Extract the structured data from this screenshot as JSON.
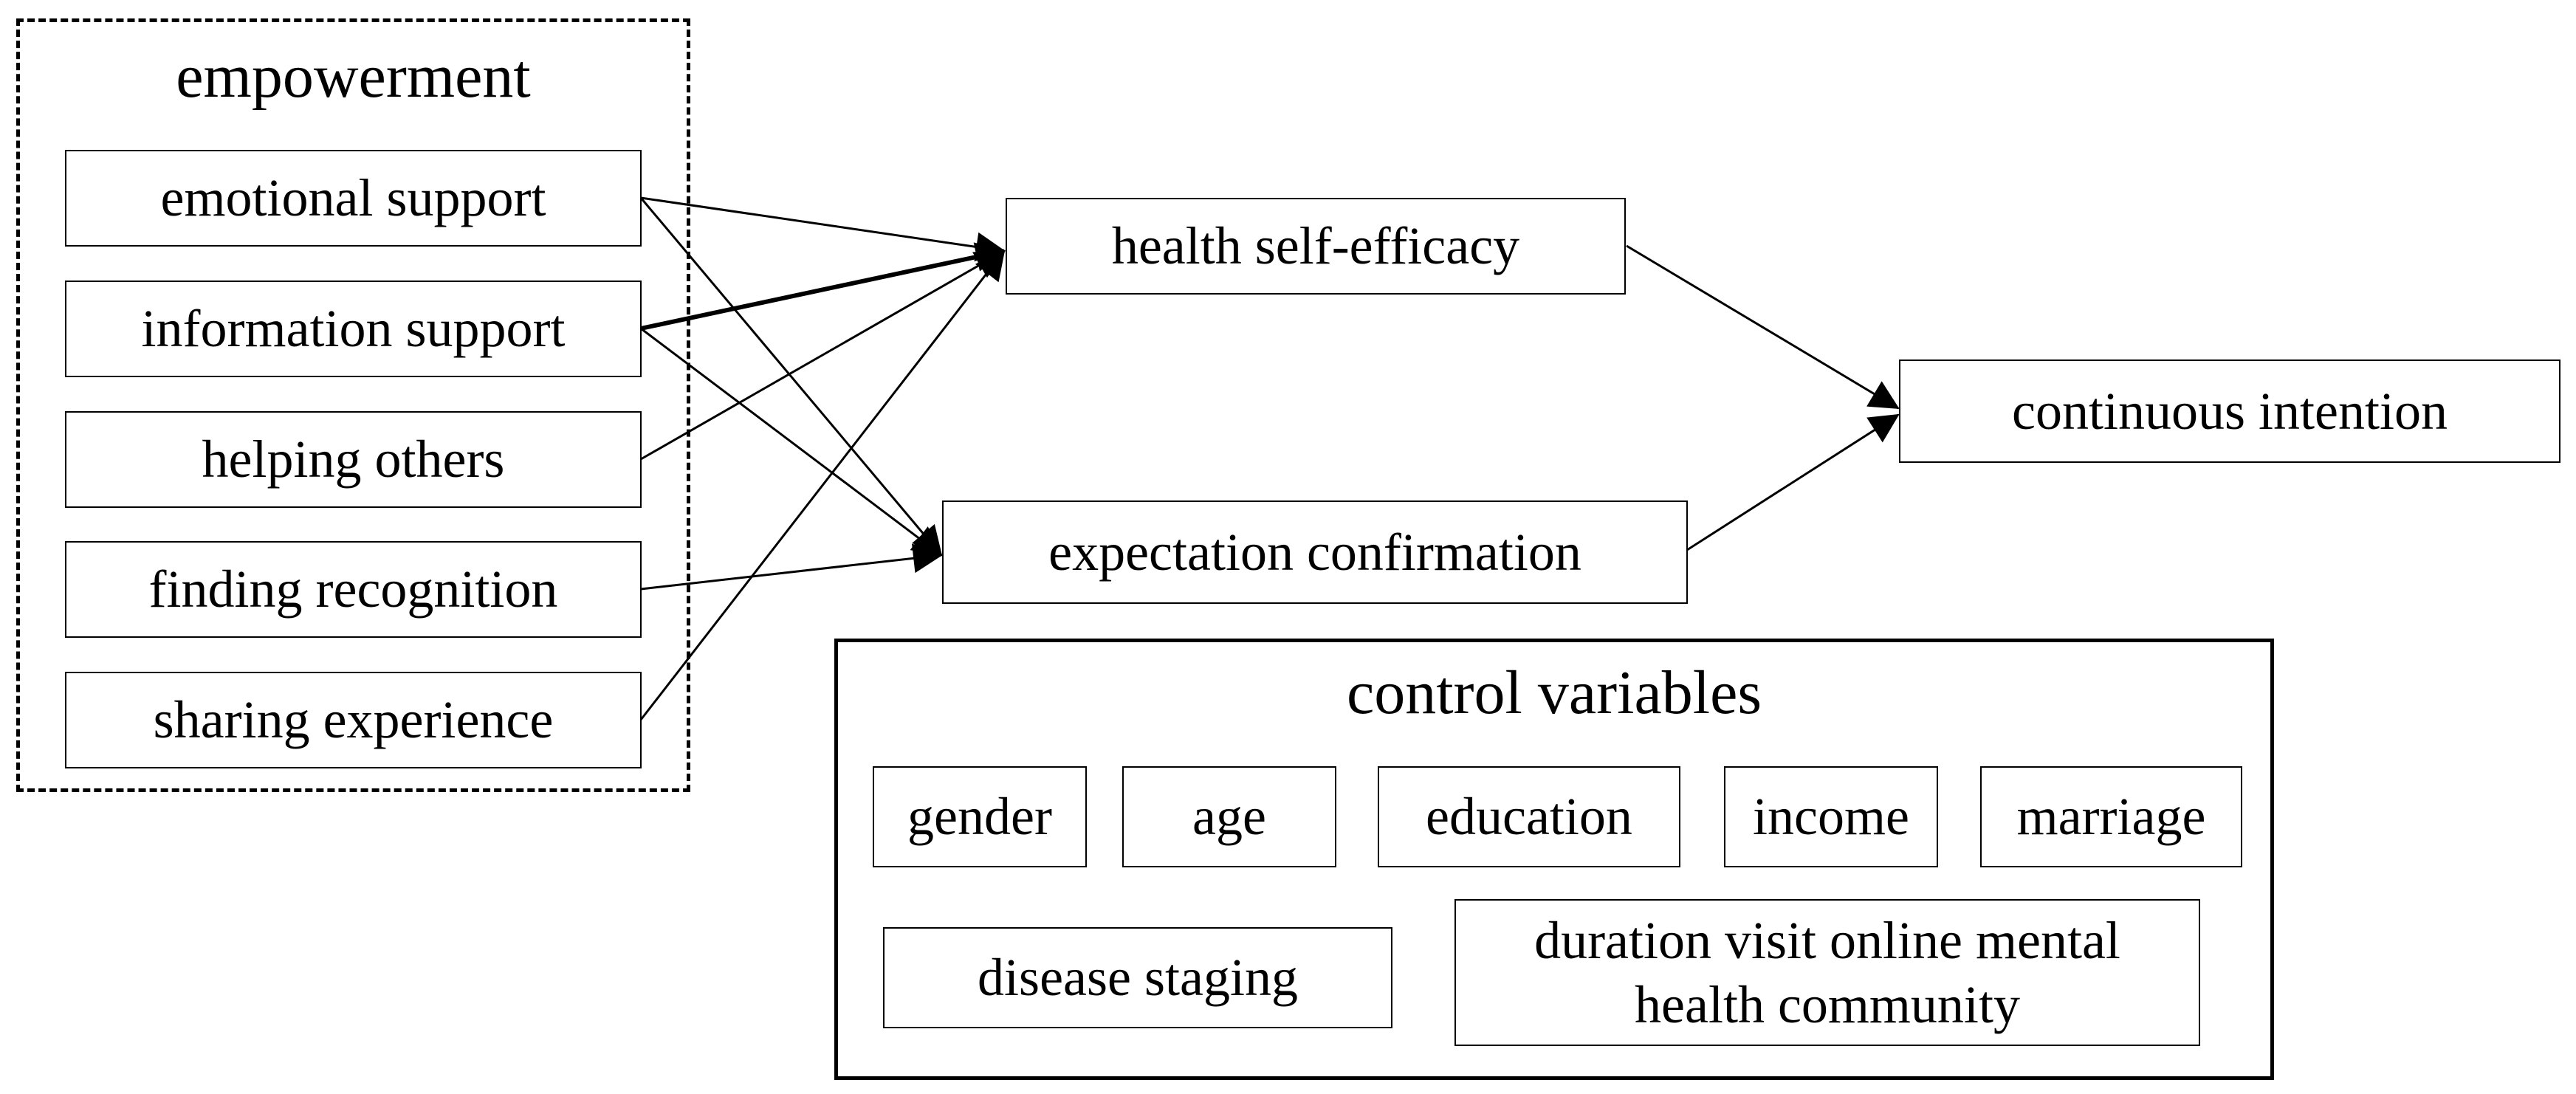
{
  "empowerment": {
    "title": "empowerment",
    "items": [
      "emotional support",
      "information support",
      "helping others",
      "finding recognition",
      "sharing experience"
    ]
  },
  "mediators": {
    "health_self_efficacy": "health self-efficacy",
    "expectation_confirmation": "expectation confirmation"
  },
  "outcome": "continuous intention",
  "controls": {
    "title": "control variables",
    "items": [
      "gender",
      "age",
      "education",
      "income",
      "marriage",
      "disease staging"
    ],
    "duration_line1": "duration visit online mental",
    "duration_line2": "health community"
  },
  "colors": {
    "line": "#000000",
    "background": "#ffffff"
  }
}
